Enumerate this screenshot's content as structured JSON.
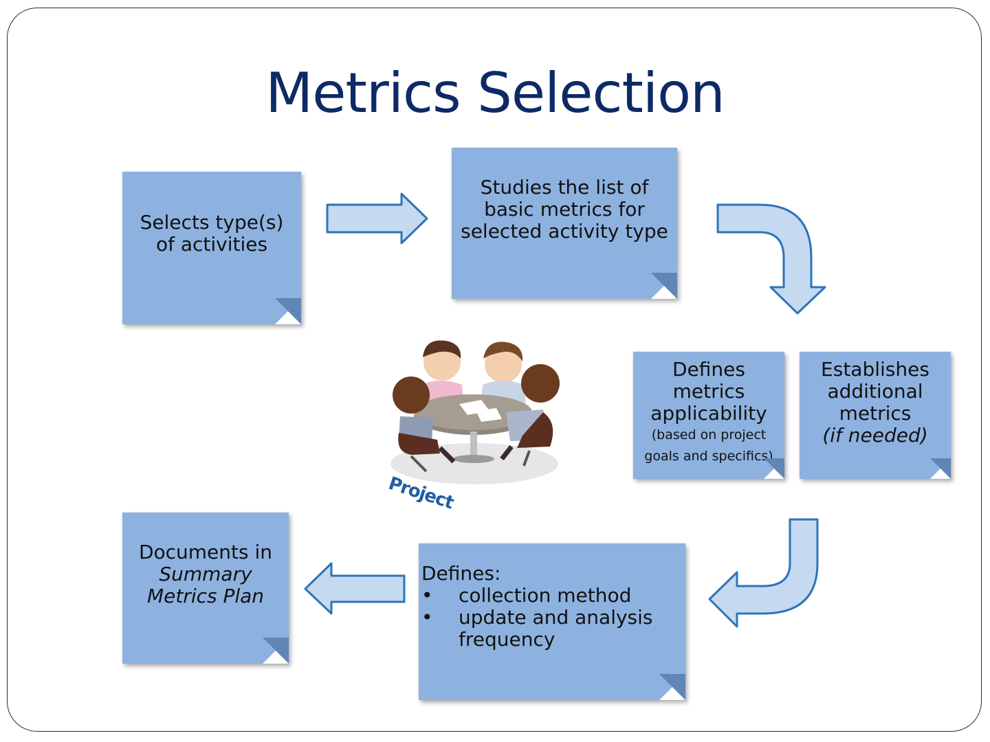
{
  "title": "Metrics Selection",
  "steps": {
    "select": {
      "line1": "Selects type(s)",
      "line2": "of activities"
    },
    "study": {
      "line1": "Studies the list of",
      "line2": "basic metrics for",
      "line3": "selected activity type"
    },
    "defines_applicability": {
      "line1": "Defines",
      "line2": "metrics",
      "line3": "applicability",
      "note1": "(based on project",
      "note2": "goals and specifics)"
    },
    "establishes": {
      "line1": "Establishes",
      "line2": "additional",
      "line3": "metrics",
      "note": "(if needed)"
    },
    "defines_collection": {
      "heading": "Defines:",
      "bullet": "•",
      "items": [
        "collection method",
        "update and analysis",
        "frequency"
      ]
    },
    "documents": {
      "line1": "Documents in",
      "line2": "Summary",
      "line3": "Metrics Plan"
    }
  },
  "illustration": {
    "caption": "Project",
    "icon": "team-meeting-icon"
  },
  "colors": {
    "title": "#0d2a66",
    "note_fill": "#8eb2e0",
    "arrow_fill": "#c5d9f1",
    "arrow_stroke": "#2d74b9"
  }
}
